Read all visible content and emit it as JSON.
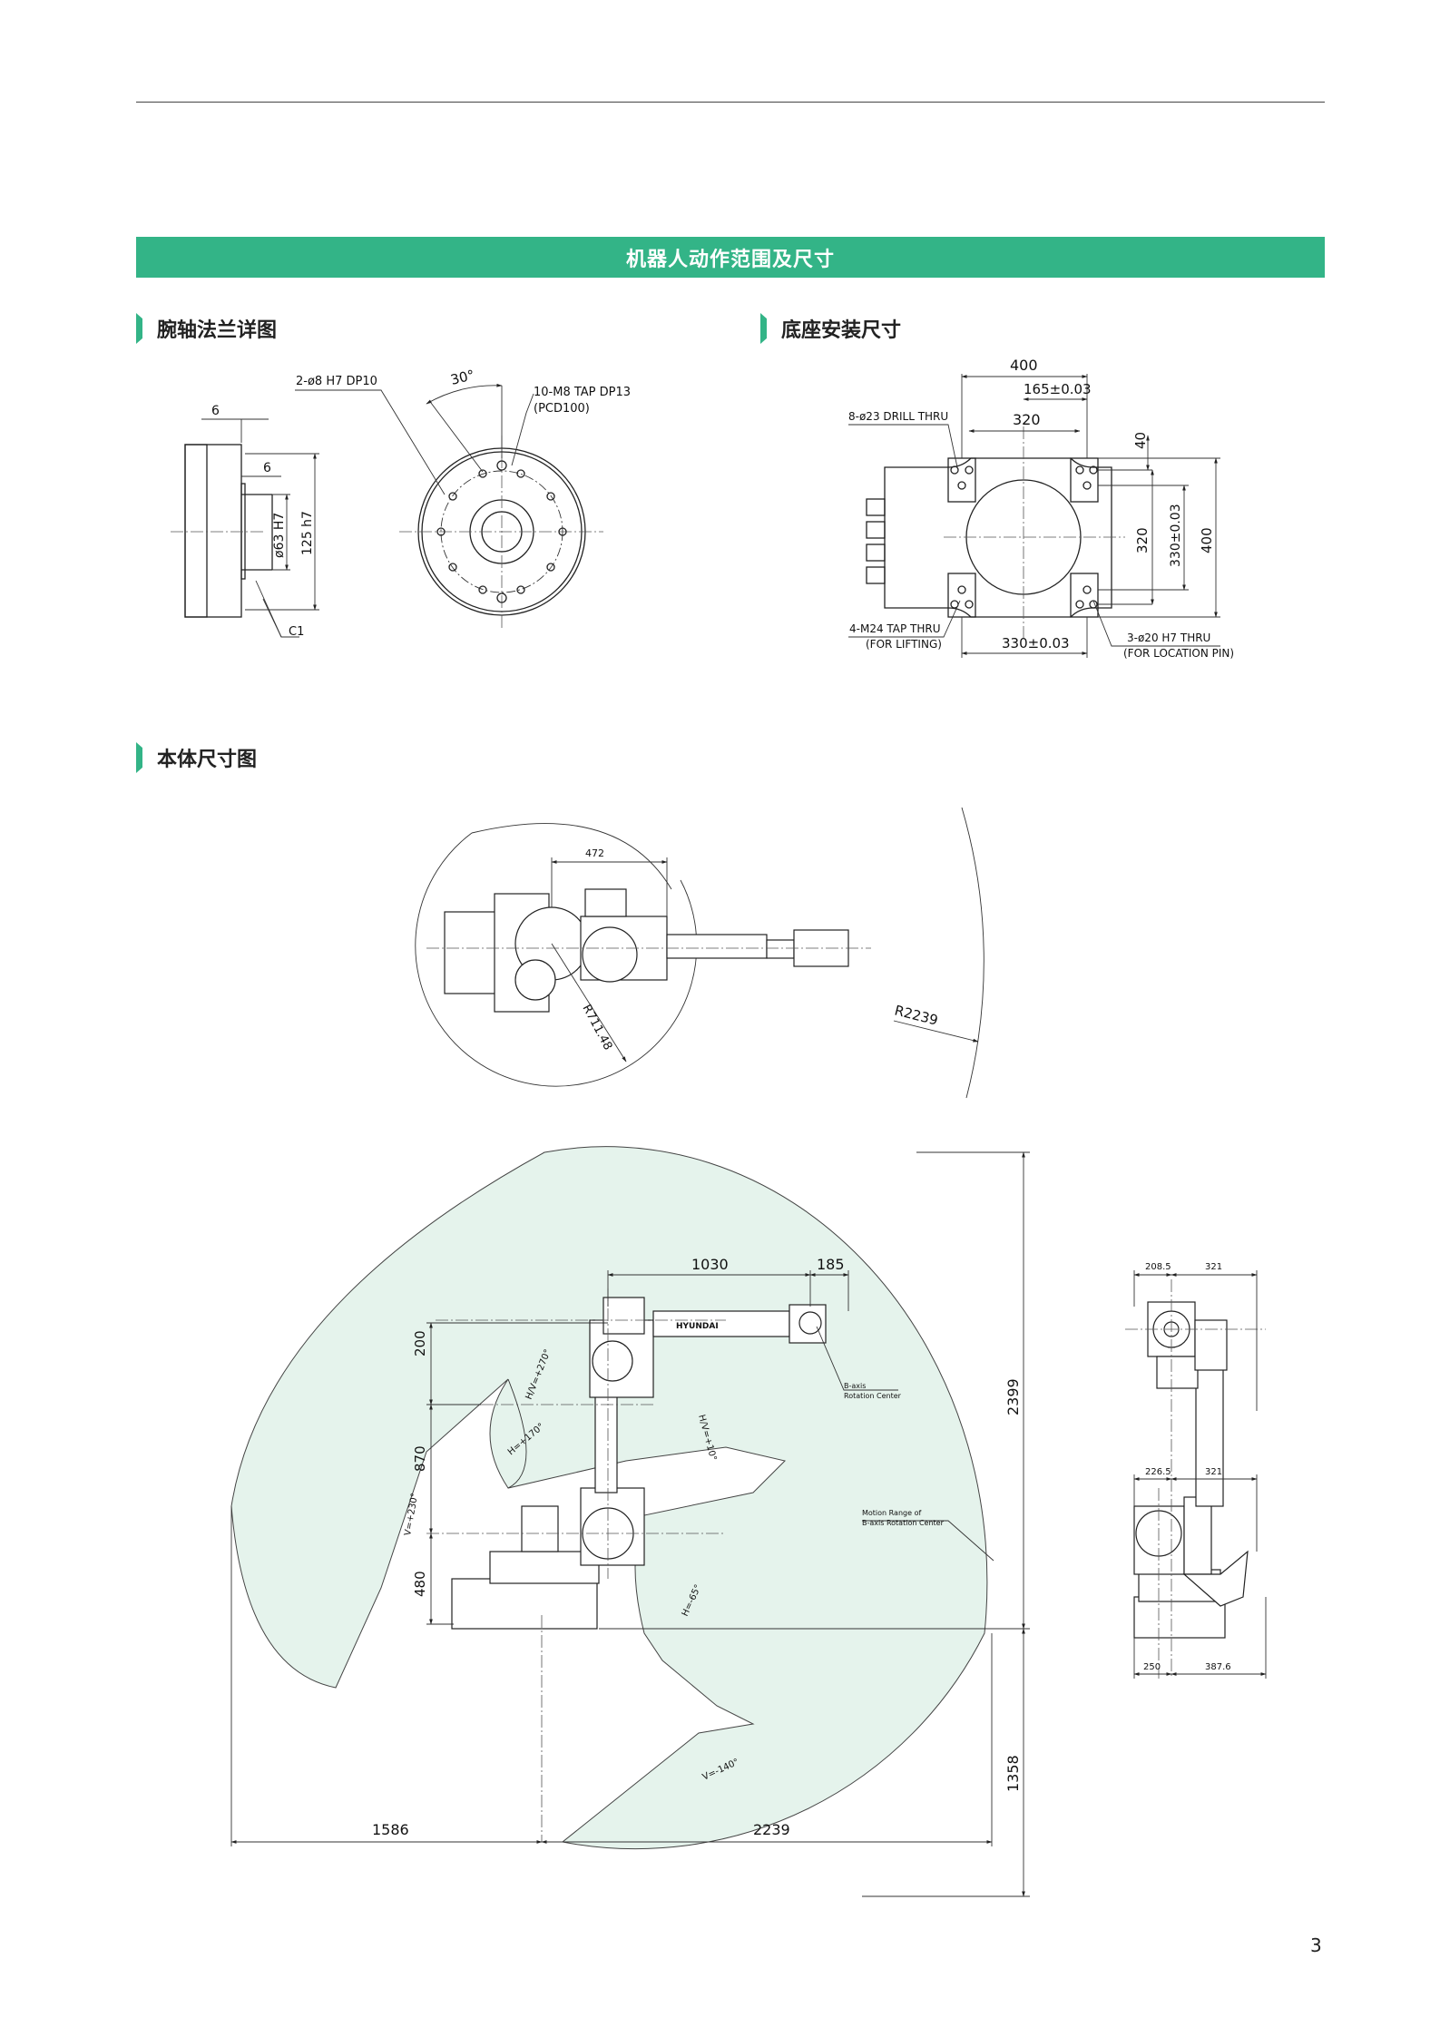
{
  "header": {
    "banner_title": "机器人动作范围及尺寸"
  },
  "sections": {
    "wrist_flange": "腕轴法兰详图",
    "base_mount": "底座安装尺寸",
    "body_dims": "本体尺寸图"
  },
  "wrist_flange": {
    "labels": {
      "dim_6_top": "6",
      "dim_6_mid": "6",
      "pin_holes": "2-ø8 H7 DP10",
      "angle": "30°",
      "tap_holes": "10-M8 TAP DP13",
      "pcd": "(PCD100)",
      "bore": "ø63 H7",
      "outer": "125 h7",
      "chamfer": "C1"
    }
  },
  "base_mount": {
    "labels": {
      "w400": "400",
      "w165": "165±0.03",
      "w320": "320",
      "drill": "8-ø23 DRILL THRU",
      "h40": "40",
      "h320": "320",
      "h330": "330±0.03",
      "h400": "400",
      "tap": "4-M24 TAP THRU",
      "lifting": "(FOR LIFTING)",
      "w330": "330±0.03",
      "pin": "3-ø20 H7 THRU",
      "location": "(FOR LOCATION PIN)"
    }
  },
  "top_view": {
    "labels": {
      "d472": "472",
      "r711": "R711.48",
      "r2239": "R2239"
    }
  },
  "side_view": {
    "labels": {
      "d1030": "1030",
      "d185": "185",
      "d200": "200",
      "d870": "870",
      "d480": "480",
      "d2399": "2399",
      "d1358": "1358",
      "d1586": "1586",
      "d2239": "2239",
      "baxis1": "B-axis",
      "baxis2": "Rotation Center",
      "mr1": "Motion Range of",
      "mr2": "B-axis Rotation Center",
      "brand": "HYUNDAI",
      "a_hv270": "H/V=+270°",
      "a_h170": "H=+170°",
      "a_hv10": "H/V=+10°",
      "a_v230": "V=+230°",
      "a_h65": "H=-65°",
      "a_v140": "V=-140°"
    }
  },
  "front_view": {
    "labels": {
      "d208": "208.5",
      "d321a": "321",
      "d226": "226.5",
      "d321b": "321",
      "d250": "250",
      "d387": "387.6"
    }
  },
  "footer": {
    "page_number": "3"
  }
}
